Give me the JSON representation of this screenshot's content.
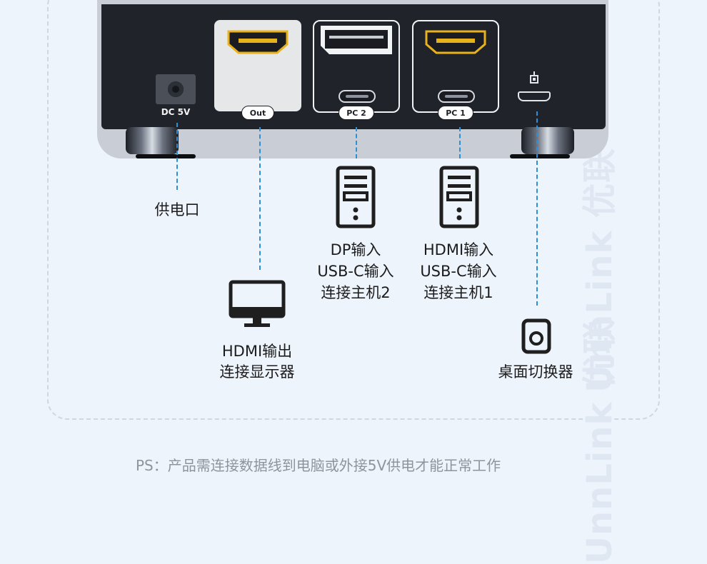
{
  "device": {
    "dc_label": "DC 5V",
    "out_label": "Out",
    "pc2_label": "PC 2",
    "pc1_label": "PC 1"
  },
  "labels": {
    "power": "供电口",
    "monitor_line1": "HDMI输出",
    "monitor_line2": "连接显示器",
    "pc2_line1": "DP输入",
    "pc2_line2": "USB-C输入",
    "pc2_line3": "连接主机2",
    "pc1_line1": "HDMI输入",
    "pc1_line2": "USB-C输入",
    "pc1_line3": "连接主机1",
    "switcher": "桌面切换器"
  },
  "note": "PS：产品需连接数据线到电脑或外接5V供电才能正常工作",
  "watermark": "UnnLink 优联",
  "icons": [
    "power-jack-icon",
    "hdmi-port-icon",
    "displayport-icon",
    "usb-c-port-icon",
    "micro-usb-port-icon",
    "monitor-icon",
    "pc-tower-icon",
    "desktop-switch-icon"
  ],
  "colors": {
    "accent_line": "#2f8fd6",
    "hdmi_gold": "#e8b21c",
    "device_body": "#20232a"
  }
}
